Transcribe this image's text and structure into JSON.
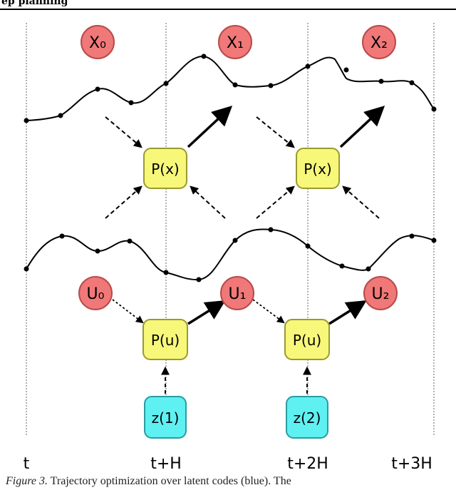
{
  "header": {
    "section": "ep planning"
  },
  "nodes": {
    "x": [
      "X₀",
      "X₁",
      "X₂"
    ],
    "u": [
      "U₀",
      "U₁",
      "U₂"
    ],
    "px_label": "P(x)",
    "pu_label": "P(u)",
    "z": [
      "z(1)",
      "z(2)"
    ]
  },
  "timeline": [
    "t",
    "t+H",
    "t+2H",
    "t+3H"
  ],
  "caption": {
    "fig_label": "Figure 3.",
    "text": "Trajectory optimization over latent codes (blue). The"
  },
  "colors": {
    "state_node": "#f07878",
    "planner": "#f7f77a",
    "latent": "#5ff0f2",
    "line": "#000000"
  }
}
